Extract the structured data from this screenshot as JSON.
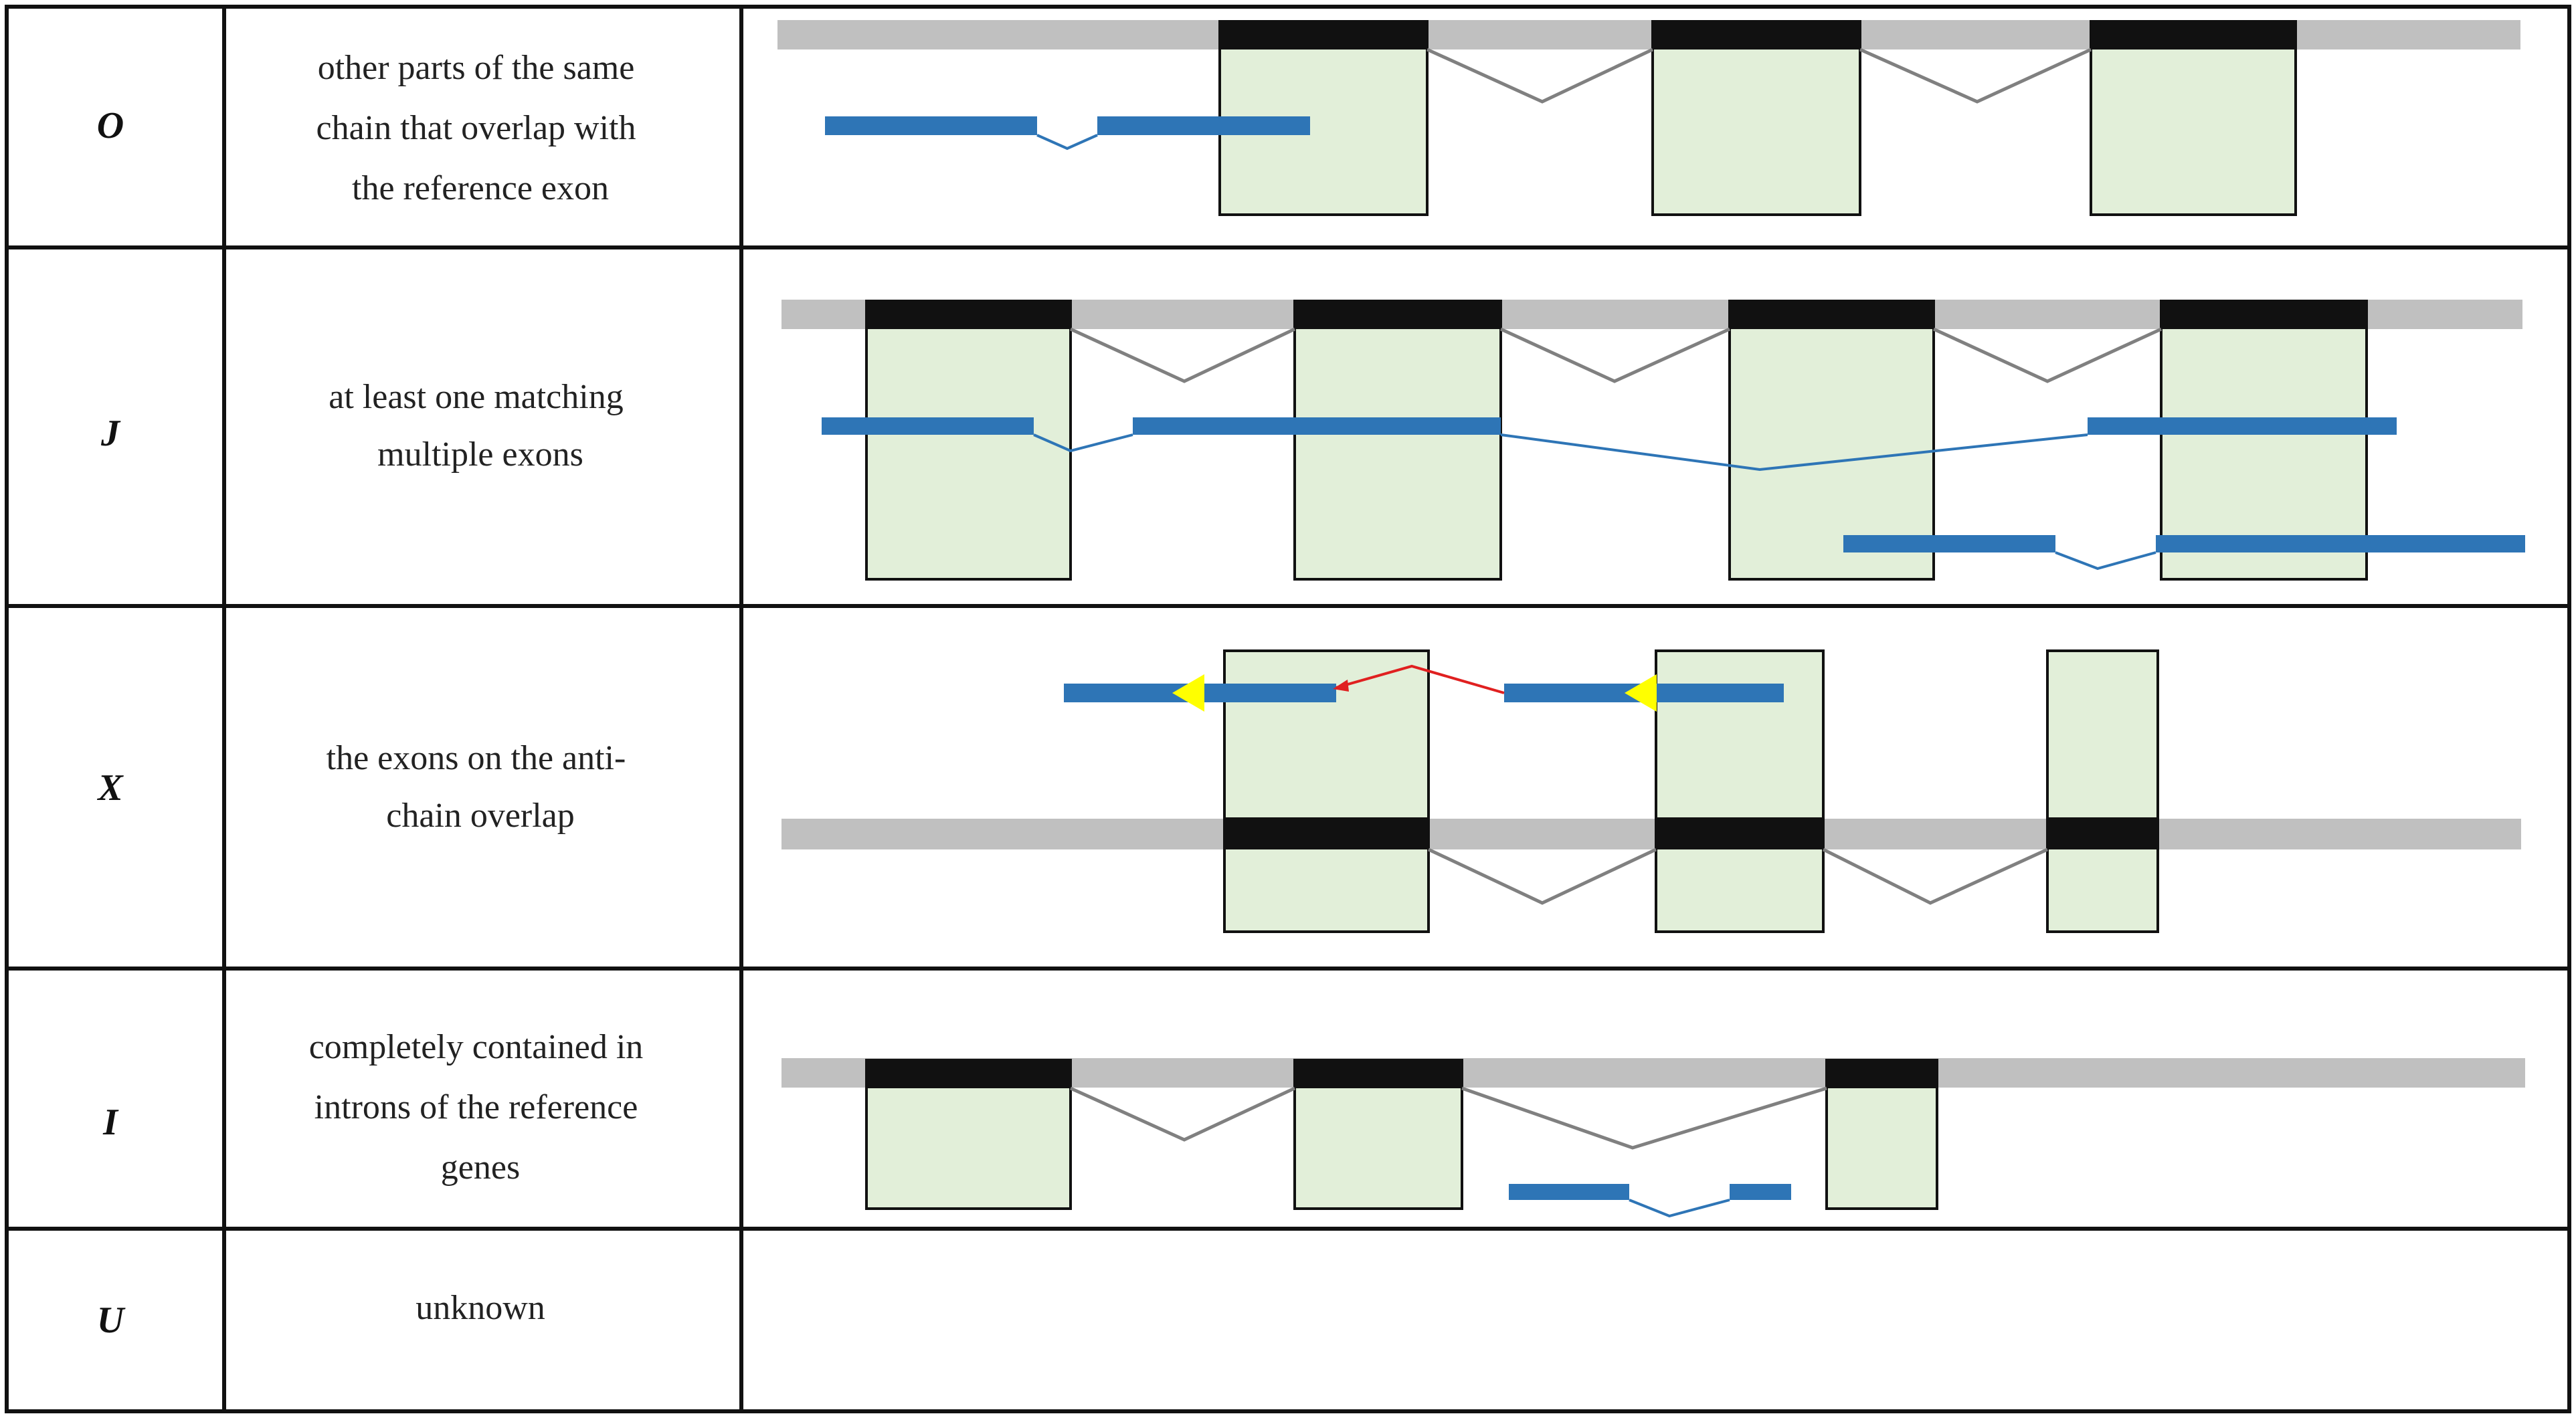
{
  "colors": {
    "grid": "#111111",
    "reference_axis": "#c0c0c0",
    "exon_fill": "#e2efd9",
    "exon_cap": "#111111",
    "intron_line": "#808080",
    "query_transcript": "#2e75b6",
    "antisense_link": "#e02020",
    "strand_arrow": "#ffff00"
  },
  "table": {
    "rows": [
      {
        "code": "O",
        "description": [
          "other parts of the same",
          "chain that overlap with",
          "the reference exon"
        ]
      },
      {
        "code": "J",
        "description": [
          "at least one matching",
          "multiple exons"
        ]
      },
      {
        "code": "X",
        "description": [
          "the exons on the anti-",
          "chain overlap"
        ]
      },
      {
        "code": "I",
        "description": [
          "completely contained in",
          "introns of the reference",
          "genes"
        ]
      },
      {
        "code": "U",
        "description": [
          "unknown"
        ]
      }
    ]
  }
}
